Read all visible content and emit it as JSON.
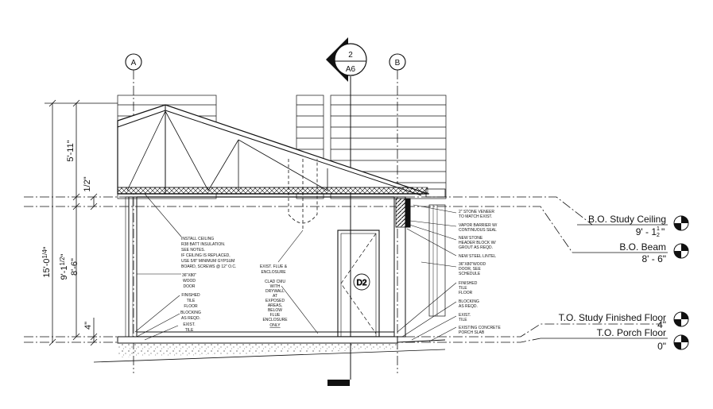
{
  "grid_lines": {
    "left": "A",
    "right": "B"
  },
  "section_marker": {
    "number": "2",
    "sheet": "A6"
  },
  "door_tag": "D2",
  "dimensions": {
    "overall": "15'-0",
    "overall_frac": "1/4",
    "top_rise": "5'-11\"",
    "small_ceiling": "1/2\"",
    "ceiling_height": "9'-1",
    "ceiling_frac": "1/2",
    "beam_height": "8'-6\"",
    "step": "4\""
  },
  "levels": [
    {
      "name": "B.O. Study Ceiling",
      "value": "9' - 1 ",
      "frac_num": "1",
      "frac_den": "2",
      "value_suffix": "\""
    },
    {
      "name": "B.O. Beam",
      "value": "8' - 6\""
    },
    {
      "name": "T.O. Study  Finished Floor",
      "value": "4\""
    },
    {
      "name": "T.O. Porch Floor",
      "value": "0\""
    }
  ],
  "notes": {
    "insulation": [
      "INSTALL CEILING",
      "R38 BATT INSULATION.",
      "SEE NOTES.",
      "IF CEILING IS REPLACED,",
      "USE 5/8\" MINIMUM GYPSUM",
      "BOARD, SCREWS @ 12\" O.C."
    ],
    "wood_door": [
      "36\"X80\"",
      "WOOD",
      "DOOR"
    ],
    "finished_tile_left": [
      "FINISHED",
      "TILE",
      "FLOOR"
    ],
    "blocking_left": [
      "BLOCKING",
      "AS REQD."
    ],
    "exist_tile_left": [
      "EXIST.",
      "TILE"
    ],
    "flue": [
      "EXIST. FLUE &",
      "ENCLOSURE"
    ],
    "clad_cmu": [
      "CLAD CMU",
      "WITH",
      "DRYWALL",
      "AT",
      "EXPOSED",
      "AREAS,",
      "BELOW",
      "FLUE",
      "ENCLOSURE"
    ],
    "clad_cmu_last": "ONLY",
    "stone_veneer": [
      "2\" STONE VENEER",
      "TO MATCH EXIST."
    ],
    "vapor_barrier": [
      "VAPOR BARRIER W/",
      "CONTINUOUS SEAL"
    ],
    "header_block": [
      "NEW STONE",
      "HEADER BLOCK W/",
      "GROUT AS REQD."
    ],
    "steel_lintel": [
      "NEW STEEL LINTEL"
    ],
    "wood_door_right": [
      "36\"X80\"WOOD",
      "DOOR, SEE",
      "SCHEDULE"
    ],
    "finished_tile_right": [
      "FINISHED",
      "TILE",
      "FLOOR"
    ],
    "blocking_right": [
      "BLOCKING",
      "AS REQD."
    ],
    "exist_tile_right": [
      "EXIST.",
      "TILE"
    ],
    "porch_slab": [
      "EXISTING CONCRETE",
      "PORCH SLAB"
    ]
  }
}
